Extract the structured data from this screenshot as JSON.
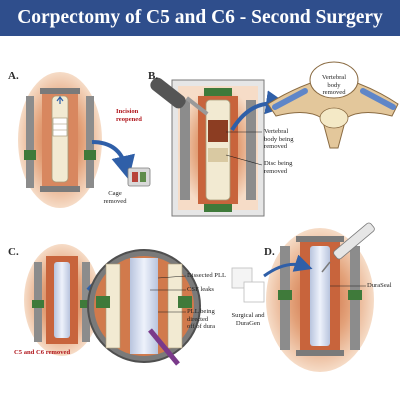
{
  "title": "Corpectomy of C5 and C6 - Second Surgery",
  "colors": {
    "banner": "#2f4e8c",
    "skin": "#e8b18a",
    "retractor": "#8c8c8c",
    "green_clip": "#3f7a3a",
    "arrow": "#2f5fa8",
    "bone": "#f2ead2",
    "red_label": "#b0151b"
  },
  "panels": {
    "a": {
      "letter": "A.",
      "incision_line1": "Incision",
      "incision_line2": "reopened",
      "cage_line1": "Cage",
      "cage_line2": "removed"
    },
    "b": {
      "letter": "B.",
      "vert_body_line1": "Vertebral",
      "vert_body_line2": "body",
      "vert_body_line3": "removed",
      "vb_removing_line1": "Vertebral",
      "vb_removing_line2": "body being",
      "vb_removing_line3": "removed",
      "disc_line1": "Disc being",
      "disc_line2": "removed"
    },
    "c": {
      "letter": "C.",
      "removed_label": "C5 and C6 removed",
      "pll_label": "Dissected PLL",
      "csf_label": "CSF leaks",
      "pll_dir_line1": "PLL being",
      "pll_dir_line2": "directed",
      "pll_dir_line3": "off of dura"
    },
    "d": {
      "letter": "D.",
      "surg_line1": "Surgical and",
      "surg_line2": "DuraGen",
      "duraseal": "DuraSeal"
    }
  }
}
